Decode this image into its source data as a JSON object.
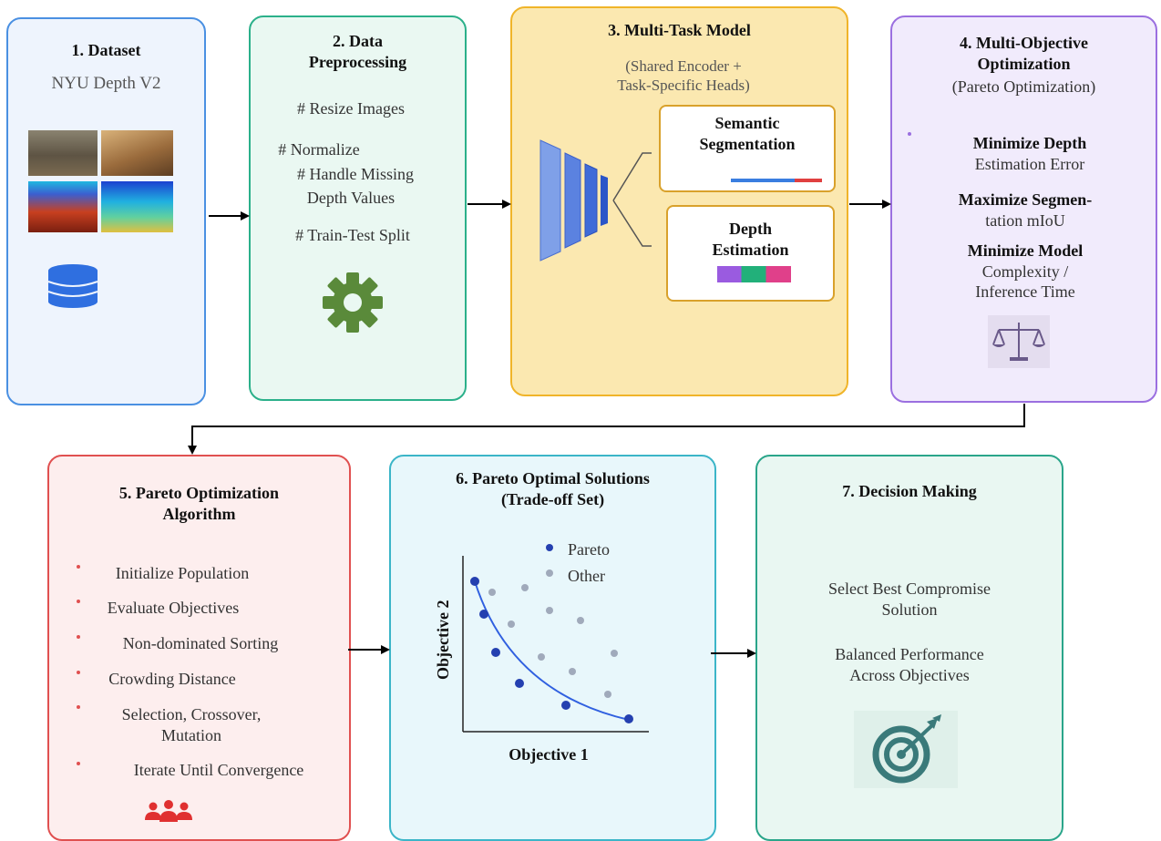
{
  "box1": {
    "title": "1. Dataset",
    "subtitle": "NYU Depth V2"
  },
  "box2": {
    "title_line1": "2. Data",
    "title_line2": "Preprocessing",
    "steps": [
      "# Resize Images",
      "# Normalize",
      "# Handle Missing",
      "Depth Values",
      "# Train-Test Split"
    ]
  },
  "box3": {
    "title": "3. Multi-Task Model",
    "subtitle_line1": "(Shared Encoder +",
    "subtitle_line2": "Task-Specific Heads)",
    "head1_line1": "Semantic",
    "head1_line2": "Segmentation",
    "head2_line1": "Depth",
    "head2_line2": "Estimation"
  },
  "box4": {
    "title_line1": "4. Multi-Objective",
    "title_line2": "Optimization",
    "subtitle": "(Pareto Optimization)",
    "obj1_bold": "Minimize Depth",
    "obj1_rest": "Estimation Error",
    "obj2_bold": "Maximize Segmen-",
    "obj2_rest": "tation mIoU",
    "obj3_bold": "Minimize Model",
    "obj3_rest1": "Complexity /",
    "obj3_rest2": "Inference Time"
  },
  "box5": {
    "title_line1": "5. Pareto Optimization",
    "title_line2": "Algorithm",
    "items": [
      "Initialize Population",
      "Evaluate Objectives",
      "Non-dominated Sorting",
      "Crowding Distance",
      "Selection, Crossover,",
      "Mutation",
      "Iterate Until Convergence"
    ]
  },
  "box6": {
    "title_line1": "6. Pareto Optimal Solutions",
    "title_line2": "(Trade-off Set)",
    "legend_pareto": "Pareto",
    "legend_other": "Other",
    "xlabel": "Objective 1",
    "ylabel": "Objective 2"
  },
  "box7": {
    "title": "7. Decision Making",
    "line1": "Select Best Compromise",
    "line2": "Solution",
    "line3": "Balanced Performance",
    "line4": "Across Objectives"
  },
  "colors": {
    "box1": "#4a90e2",
    "box2": "#2bb08a",
    "box3": "#f0b429",
    "box4": "#9b6fe0",
    "box5": "#e05050",
    "box6": "#3bb5c8",
    "box7": "#2aa58a",
    "pareto": "#2440b0",
    "other": "#a0aabb"
  }
}
